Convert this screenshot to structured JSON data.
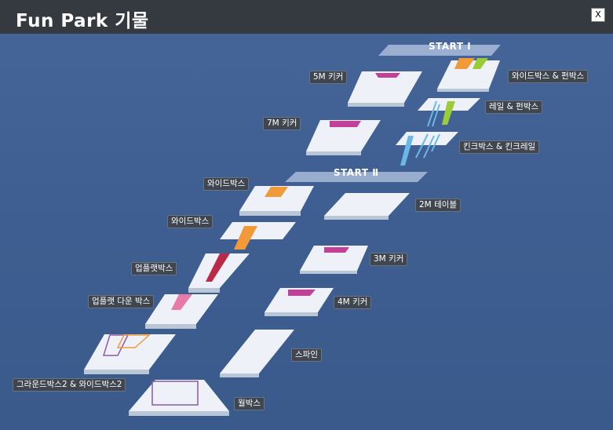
{
  "window": {
    "title": "Fun Park 기물",
    "close_label": "X"
  },
  "colors": {
    "background": "#3f5f92",
    "titlebar": "#353a40",
    "platform_top": "#eef2f8",
    "platform_side": "#b9c6d6",
    "pink_ramp": "#c2409a",
    "orange_box": "#f09a3a",
    "green_rail": "#9acc3a",
    "blue_rail": "#6ab8e8",
    "red_rail": "#b82a48"
  },
  "start_markers": [
    "START Ⅰ",
    "START Ⅱ"
  ],
  "elements": [
    {
      "label": "5M 키커",
      "icon": "kicker-pink"
    },
    {
      "label": "7M 키커",
      "icon": "kicker-pink"
    },
    {
      "label": "와이드박스 & 펀박스",
      "icon": "box-orange-green"
    },
    {
      "label": "레일 & 펀박스",
      "icon": "rail-green"
    },
    {
      "label": "킨크박스 & 킨크레일",
      "icon": "kink-blue"
    },
    {
      "label": "와이드박스",
      "icon": "box-orange"
    },
    {
      "label": "와이드박스",
      "icon": "box-orange"
    },
    {
      "label": "2M 테이블",
      "icon": "table-plain"
    },
    {
      "label": "업플랫박스",
      "icon": "upflat-red"
    },
    {
      "label": "3M 키커",
      "icon": "kicker-pink"
    },
    {
      "label": "업플랫 다운 박스",
      "icon": "upflatdown-pink"
    },
    {
      "label": "4M 키커",
      "icon": "kicker-pink"
    },
    {
      "label": "그라운드박스2 & 와이드박스2",
      "icon": "ground-box-pair"
    },
    {
      "label": "스파인",
      "icon": "spine-plain"
    },
    {
      "label": "월박스",
      "icon": "wallbox-purple"
    }
  ]
}
